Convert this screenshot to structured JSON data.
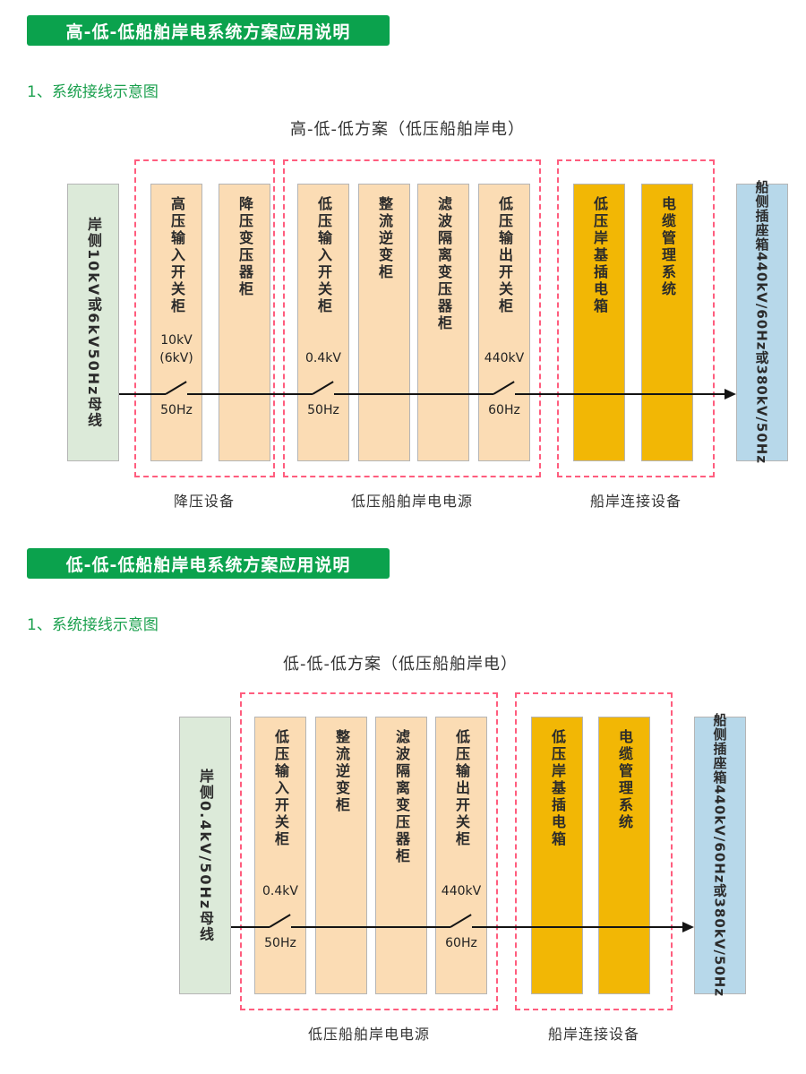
{
  "colors": {
    "badge_green": "#0ba24d",
    "step_green": "#1ba04e",
    "shore_fill": "#dcead9",
    "cabinet_fill": "#fbdcb4",
    "connector_fill": "#f2b705",
    "ship_fill": "#b7d8ea",
    "dashed_border": "#ff5d7e",
    "line_black": "#141414"
  },
  "s1": {
    "header": "高-低-低船舶岸电系统方案应用说明",
    "step": "1、系统接线示意图",
    "title": "高-低-低方案（低压船舶岸电）",
    "shore": "岸侧10kV或6kV50Hz母线",
    "ship": "船侧插座箱440kV/60Hz或380kV/50Hz",
    "cabs": {
      "hv_in": "高压输入开关柜",
      "tx_down": "降压变压器柜",
      "lv_in": "低压输入开关柜",
      "rect": "整流逆变柜",
      "filter": "滤波隔离变压器柜",
      "lv_out": "低压输出开关柜",
      "plug": "低压岸基插电箱",
      "cable": "电缆管理系统"
    },
    "sw": {
      "s1a": "10kV",
      "s1b": "(6kV)",
      "s1c": "50Hz",
      "s2a": "0.4kV",
      "s2c": "50Hz",
      "s3a": "440kV",
      "s3c": "60Hz"
    },
    "groups": {
      "g1": "降压设备",
      "g2": "低压船舶岸电电源",
      "g3": "船岸连接设备"
    }
  },
  "s2": {
    "header": "低-低-低船舶岸电系统方案应用说明",
    "step": "1、系统接线示意图",
    "title": "低-低-低方案（低压船舶岸电）",
    "shore": "岸侧0.4kV/50Hz母线",
    "ship": "船侧插座箱440kV/60Hz或380kV/50Hz",
    "cabs": {
      "lv_in": "低压输入开关柜",
      "rect": "整流逆变柜",
      "filter": "滤波隔离变压器柜",
      "lv_out": "低压输出开关柜",
      "plug": "低压岸基插电箱",
      "cable": "电缆管理系统"
    },
    "sw": {
      "s1a": "0.4kV",
      "s1c": "50Hz",
      "s2a": "440kV",
      "s2c": "60Hz"
    },
    "groups": {
      "g1": "低压船舶岸电电源",
      "g2": "船岸连接设备"
    }
  }
}
